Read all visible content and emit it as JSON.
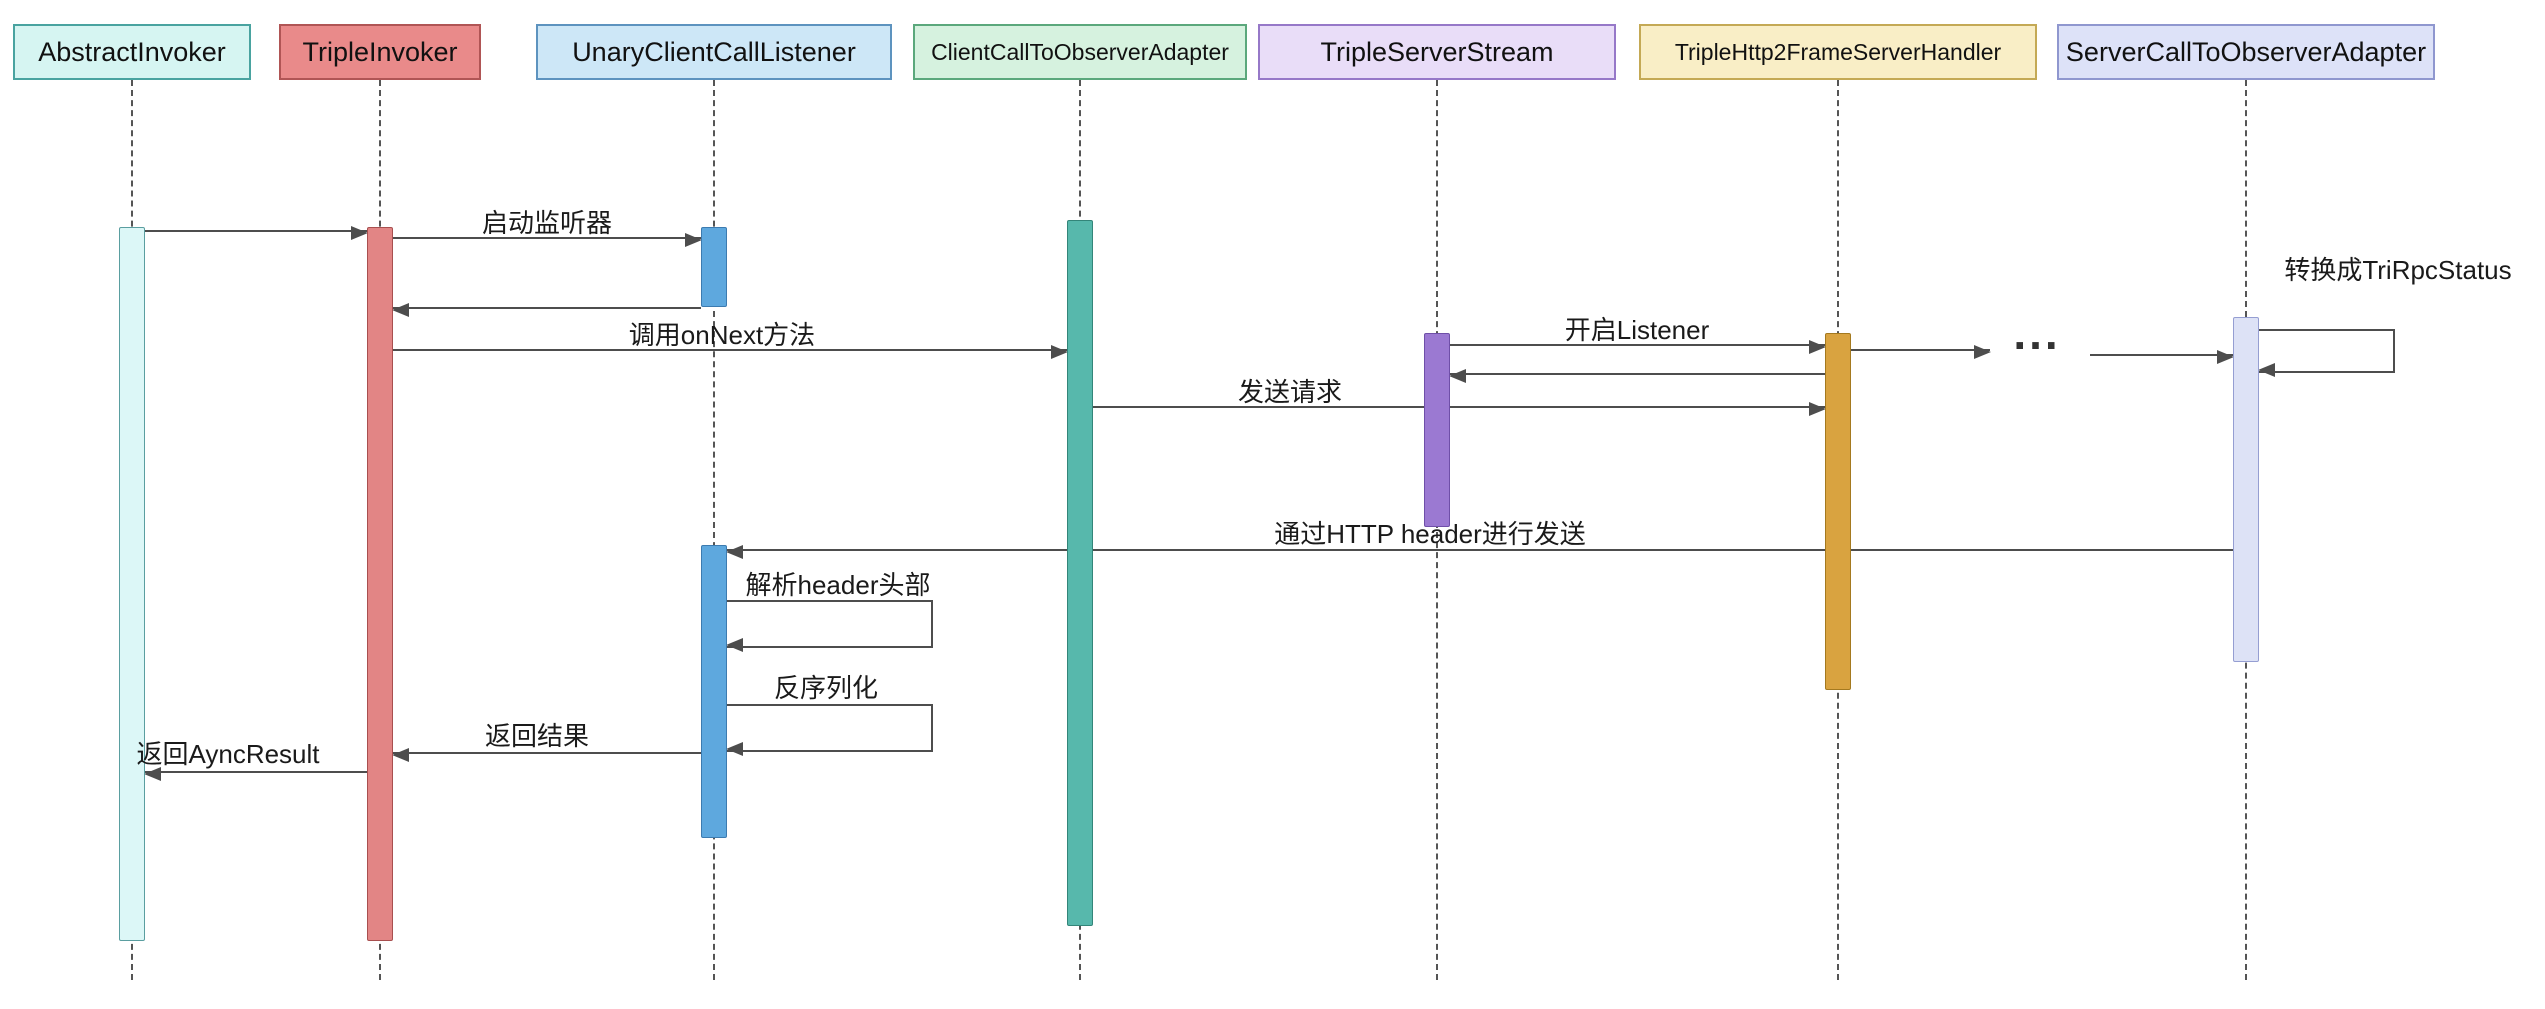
{
  "diagram_type": "sequence-diagram",
  "participants": [
    {
      "id": "abstract-invoker",
      "label": "AbstractInvoker"
    },
    {
      "id": "triple-invoker",
      "label": "TripleInvoker"
    },
    {
      "id": "unary-client-call-listener",
      "label": "UnaryClientCallListener"
    },
    {
      "id": "client-call-to-observer-adapter",
      "label": "ClientCallToObserverAdapter"
    },
    {
      "id": "triple-server-stream",
      "label": "TripleServerStream"
    },
    {
      "id": "triple-http2-frame-server-handler",
      "label": "TripleHttp2FrameServerHandler"
    },
    {
      "id": "server-call-to-observer-adapter",
      "label": "ServerCallToObserverAdapter"
    }
  ],
  "messages": [
    {
      "label": "",
      "from": "AbstractInvoker",
      "to": "TripleInvoker",
      "type": "call"
    },
    {
      "label": "启动监听器",
      "from": "TripleInvoker",
      "to": "UnaryClientCallListener",
      "type": "call"
    },
    {
      "label": "",
      "from": "UnaryClientCallListener",
      "to": "TripleInvoker",
      "type": "return"
    },
    {
      "label": "调用onNext方法",
      "from": "TripleInvoker",
      "to": "ClientCallToObserverAdapter",
      "type": "call"
    },
    {
      "label": "开启Listener",
      "from": "TripleServerStream",
      "to": "TripleHttp2FrameServerHandler",
      "type": "call"
    },
    {
      "label": "",
      "from": "TripleHttp2FrameServerHandler",
      "to": "(omitted)",
      "type": "call"
    },
    {
      "label": "",
      "from": "(omitted)",
      "to": "ServerCallToObserverAdapter",
      "type": "call"
    },
    {
      "label": "转换成TriRpcStatus",
      "from": "ServerCallToObserverAdapter",
      "to": "ServerCallToObserverAdapter",
      "type": "self"
    },
    {
      "label": "",
      "from": "TripleHttp2FrameServerHandler",
      "to": "TripleServerStream",
      "type": "return"
    },
    {
      "label": "发送请求",
      "from": "ClientCallToObserverAdapter",
      "to": "TripleHttp2FrameServerHandler",
      "type": "call"
    },
    {
      "label": "通过HTTP header进行发送",
      "from": "ServerCallToObserverAdapter",
      "to": "UnaryClientCallListener",
      "type": "call"
    },
    {
      "label": "解析header头部",
      "from": "UnaryClientCallListener",
      "to": "UnaryClientCallListener",
      "type": "self"
    },
    {
      "label": "反序列化",
      "from": "UnaryClientCallListener",
      "to": "UnaryClientCallListener",
      "type": "self"
    },
    {
      "label": "返回结果",
      "from": "UnaryClientCallListener",
      "to": "TripleInvoker",
      "type": "return"
    },
    {
      "label": "返回AyncResult",
      "from": "TripleInvoker",
      "to": "AbstractInvoker",
      "type": "return"
    }
  ],
  "ellipsis": "...",
  "colors": {
    "background": "#ffffff",
    "line": "#4d4d4d",
    "lifeline": "#555555",
    "participants": [
      {
        "fill": "#d6f5f2",
        "border": "#49a3a0",
        "bar_fill": "#dcf7f7",
        "bar_border": "#5a9ea0"
      },
      {
        "fill": "#e98a8a",
        "border": "#b05555",
        "bar_fill": "#e28585",
        "bar_border": "#a84f4f"
      },
      {
        "fill": "#cde7f7",
        "border": "#5d93bf",
        "bar_fill": "#5ea8de",
        "bar_border": "#3c7bb0"
      },
      {
        "fill": "#d6f2df",
        "border": "#5ba87c",
        "bar_fill": "#57b8ac",
        "bar_border": "#338579"
      },
      {
        "fill": "#e9ddf8",
        "border": "#9678c8",
        "bar_fill": "#9b79d2",
        "bar_border": "#6f4fa8"
      },
      {
        "fill": "#f9eec6",
        "border": "#c4a955",
        "bar_fill": "#d9a340",
        "bar_border": "#a4791f"
      },
      {
        "fill": "#dde2f8",
        "border": "#8f97cf",
        "bar_fill": "#dde2f6",
        "bar_border": "#959ed2"
      }
    ]
  }
}
